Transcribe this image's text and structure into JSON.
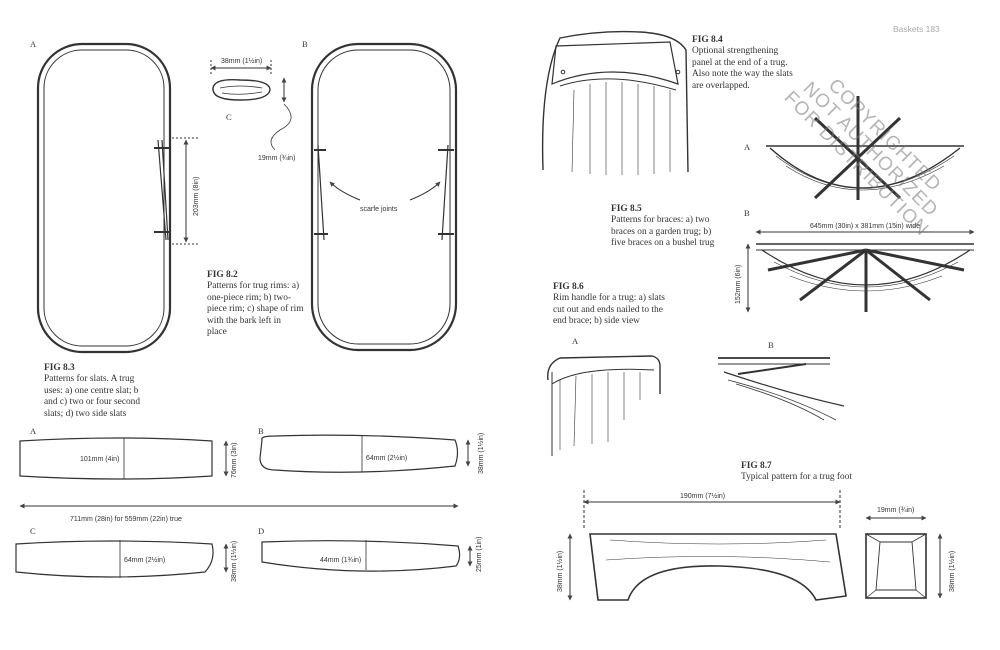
{
  "running_head": "Baskets 183",
  "watermark": [
    "COPYRIGHTED",
    "NOT AUTHORIZED",
    "FOR DISTRIBUTION"
  ],
  "fig82": {
    "letters": [
      "A",
      "B",
      "C"
    ],
    "dims": {
      "width": "38mm (1½in)",
      "thick": "19mm (¾in)",
      "length": "203mm (8in)"
    },
    "note": "scarfe joints",
    "title": "FIG 8.2",
    "caption": "Patterns for trug rims: a)\none-piece rim; b) two-\npiece rim; c) shape of rim\nwith the bark left in\nplace"
  },
  "fig83": {
    "title": "FIG 8.3",
    "caption": "Patterns for slats. A trug\nuses: a) one centre slat; b\nand c) two or four second\nslats; d) two side slats",
    "letters": [
      "A",
      "B",
      "C",
      "D"
    ],
    "dims": {
      "a_w": "101mm (4in)",
      "a_h": "76mm (3in)",
      "b_w": "64mm (2½in)",
      "b_h": "38mm (1½in)",
      "c_w": "64mm (2½in)",
      "c_h": "38mm (1½in)",
      "d_w": "44mm (1¾in)",
      "d_h": "25mm (1in)",
      "length": "711mm (28in) for 559mm (22in) true"
    }
  },
  "fig84": {
    "title": "FIG 8.4",
    "caption": "Optional strengthening\npanel at the end of a trug.\nAlso note the way the slats\nare overlapped."
  },
  "fig85": {
    "title": "FIG 8.5",
    "caption": "Patterns for braces: a) two\nbraces on a garden trug; b)\nfive braces on a bushel trug",
    "letters": [
      "A",
      "B"
    ],
    "dims": {
      "span": "645mm (30in) x 381mm (15in) wide",
      "height": "152mm (6in)"
    }
  },
  "fig86": {
    "title": "FIG 8.6",
    "caption": "Rim handle for a trug: a) slats\ncut out and ends nailed to the\nend brace; b) side view",
    "letters": [
      "A",
      "B"
    ]
  },
  "fig87": {
    "title": "FIG 8.7",
    "caption": "Typical pattern for a trug foot",
    "dims": {
      "length": "190mm (7½in)",
      "depth": "19mm (¾in)",
      "h_left": "38mm (1½in)",
      "h_right": "38mm (1½in)"
    }
  }
}
